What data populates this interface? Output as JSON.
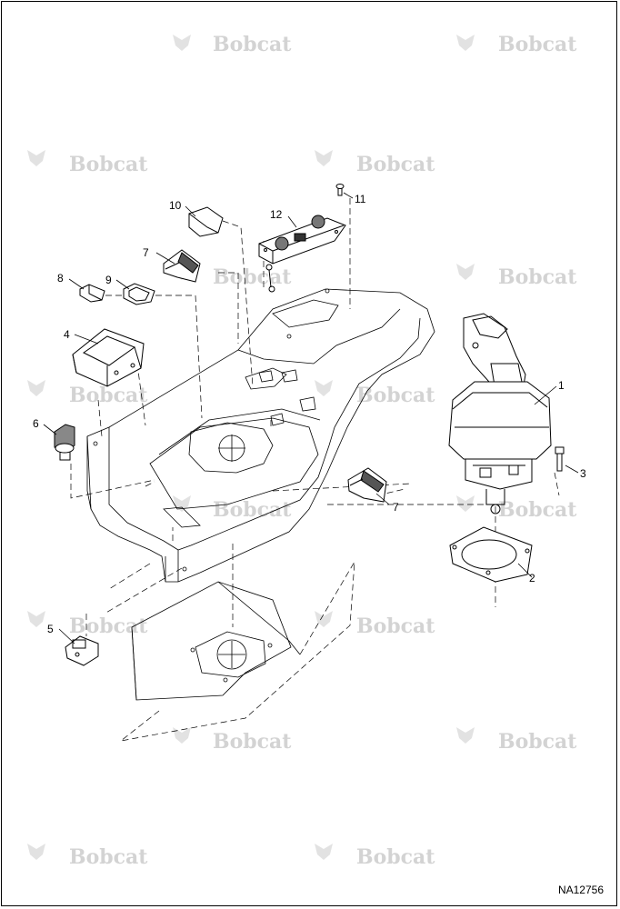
{
  "watermark": {
    "text": "Bobcat"
  },
  "document_id": "NA12756",
  "callouts": [
    {
      "id": "c1",
      "label": "1",
      "part": "joystick"
    },
    {
      "id": "c2",
      "label": "2",
      "part": "joystick-mount-plate"
    },
    {
      "id": "c3",
      "label": "3",
      "part": "bolt"
    },
    {
      "id": "c4",
      "label": "4",
      "part": "storage-tray"
    },
    {
      "id": "c5",
      "label": "5",
      "part": "switch"
    },
    {
      "id": "c6",
      "label": "6",
      "part": "key-switch"
    },
    {
      "id": "c7a",
      "label": "7",
      "part": "rocker-switch-upper"
    },
    {
      "id": "c7b",
      "label": "7",
      "part": "rocker-switch-lower"
    },
    {
      "id": "c8",
      "label": "8",
      "part": "plug"
    },
    {
      "id": "c9",
      "label": "9",
      "part": "bezel"
    },
    {
      "id": "c10",
      "label": "10",
      "part": "cover-plate"
    },
    {
      "id": "c11",
      "label": "11",
      "part": "screw"
    },
    {
      "id": "c12",
      "label": "12",
      "part": "control-panel"
    }
  ]
}
